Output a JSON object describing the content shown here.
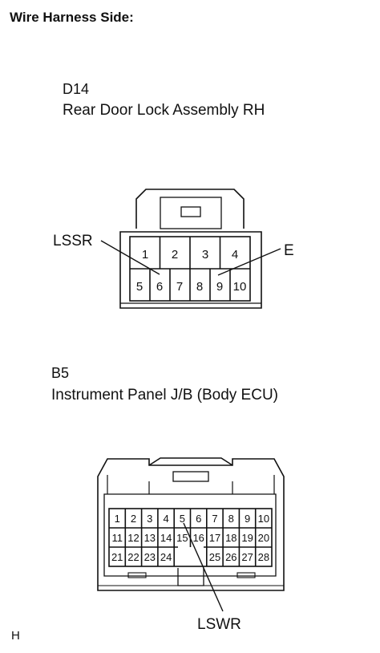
{
  "heading": "Wire Harness Side:",
  "connectors": [
    {
      "code": "D14",
      "description": "Rear Door Lock Assembly RH",
      "pin_rows": [
        [
          "1",
          "2",
          "3",
          "4"
        ],
        [
          "5",
          "6",
          "7",
          "8",
          "9",
          "10"
        ]
      ],
      "callouts": [
        {
          "label": "LSSR",
          "pin": "6"
        },
        {
          "label": "E",
          "pin": "9"
        }
      ]
    },
    {
      "code": "B5",
      "description": "Instrument Panel J/B (Body ECU)",
      "pin_rows": [
        [
          "1",
          "2",
          "3",
          "4",
          "5",
          "6",
          "7",
          "8",
          "9",
          "10"
        ],
        [
          "11",
          "12",
          "13",
          "14",
          "15",
          "16",
          "17",
          "18",
          "19",
          "20"
        ],
        [
          "21",
          "22",
          "23",
          "24",
          "25",
          "26",
          "27",
          "28"
        ]
      ],
      "callouts": [
        {
          "label": "LSWR",
          "pin": "5"
        }
      ]
    }
  ],
  "footnote": "H",
  "colors": {
    "line": "#111111",
    "background": "#ffffff"
  }
}
